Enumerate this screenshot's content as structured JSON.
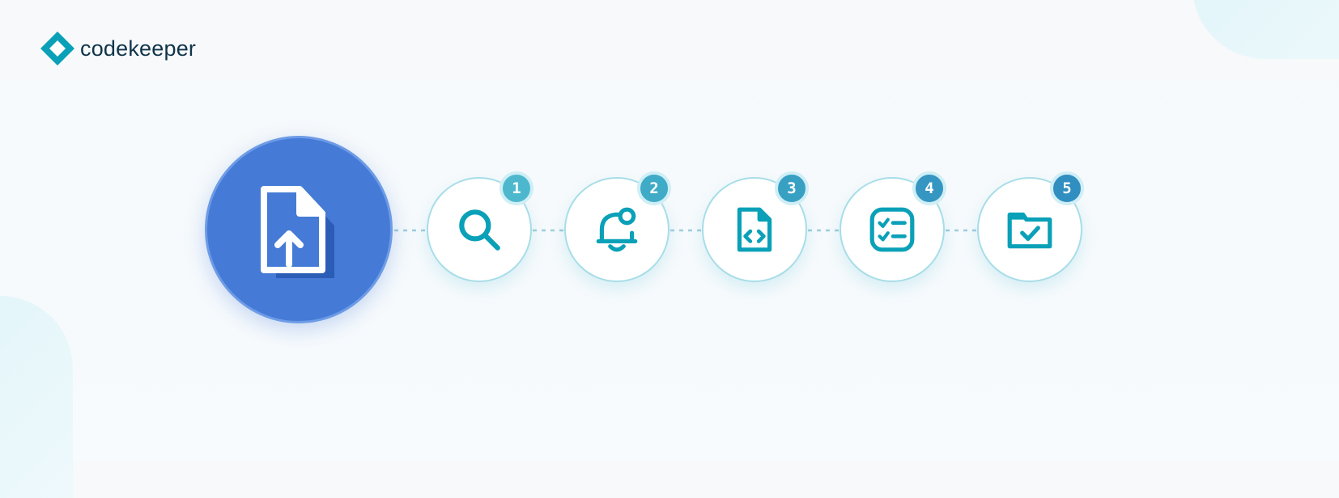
{
  "brand": {
    "name": "codekeeper",
    "logo_icon": "diamond-ring-logo"
  },
  "colors": {
    "brand_text": "#10354a",
    "teal_icon": "#0aa0b8",
    "hero_fill": "#457bd6",
    "hero_border": "#6d9be6",
    "step_border": "#a7dde8",
    "connector": "#9fcddc"
  },
  "hero": {
    "icon": "file-upload-icon"
  },
  "steps": [
    {
      "number": "1",
      "icon": "search-icon",
      "badge_color": "#4db8cd"
    },
    {
      "number": "2",
      "icon": "bell-notification-icon",
      "badge_color": "#3fabc7"
    },
    {
      "number": "3",
      "icon": "code-file-icon",
      "badge_color": "#38a0c3"
    },
    {
      "number": "4",
      "icon": "checklist-icon",
      "badge_color": "#3596c2"
    },
    {
      "number": "5",
      "icon": "folder-check-icon",
      "badge_color": "#318ec0"
    }
  ]
}
